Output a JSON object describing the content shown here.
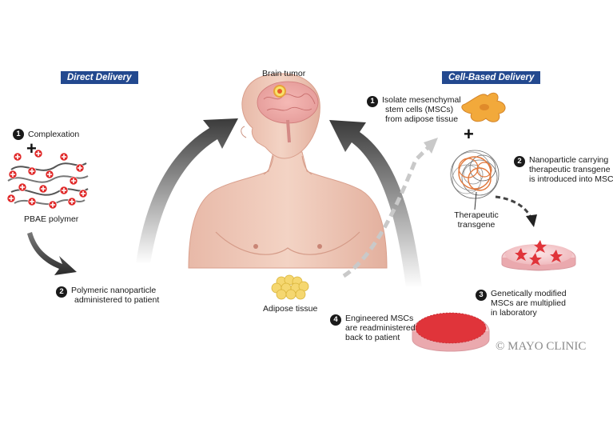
{
  "direct_delivery": {
    "header": "Direct Delivery",
    "step1": {
      "number": "1",
      "label": "Complexation"
    },
    "polymer_label": "PBAE polymer",
    "step2": {
      "number": "2",
      "label_line1": "Polymeric nanoparticle",
      "label_line2": "administered to patient"
    }
  },
  "center": {
    "brain_tumor_label": "Brain tumor",
    "adipose_label": "Adipose tissue"
  },
  "cell_based_delivery": {
    "header": "Cell-Based Delivery",
    "step1": {
      "number": "1",
      "label_line1": "Isolate mesenchymal",
      "label_line2": "stem cells (MSCs)",
      "label_line3": "from adipose tissue"
    },
    "step2": {
      "number": "2",
      "label_line1": "Nanoparticle carrying",
      "label_line2": "therapeutic transgene",
      "label_line3": "is introduced into MSC"
    },
    "transgene_label_line1": "Therapeutic",
    "transgene_label_line2": "transgene",
    "step3": {
      "number": "3",
      "label_line1": "Genetically modified",
      "label_line2": "MSCs are multiplied",
      "label_line3": "in laboratory"
    },
    "step4": {
      "number": "4",
      "label_line1": "Engineered MSCs",
      "label_line2": "are readministered",
      "label_line3": "back to patient"
    }
  },
  "copyright": "© MAYO CLINIC",
  "colors": {
    "header_bg": "#23498f",
    "polymer_red": "#e02a2a",
    "cell_orange": "#f2a93b",
    "dish_red": "#e0343a"
  }
}
